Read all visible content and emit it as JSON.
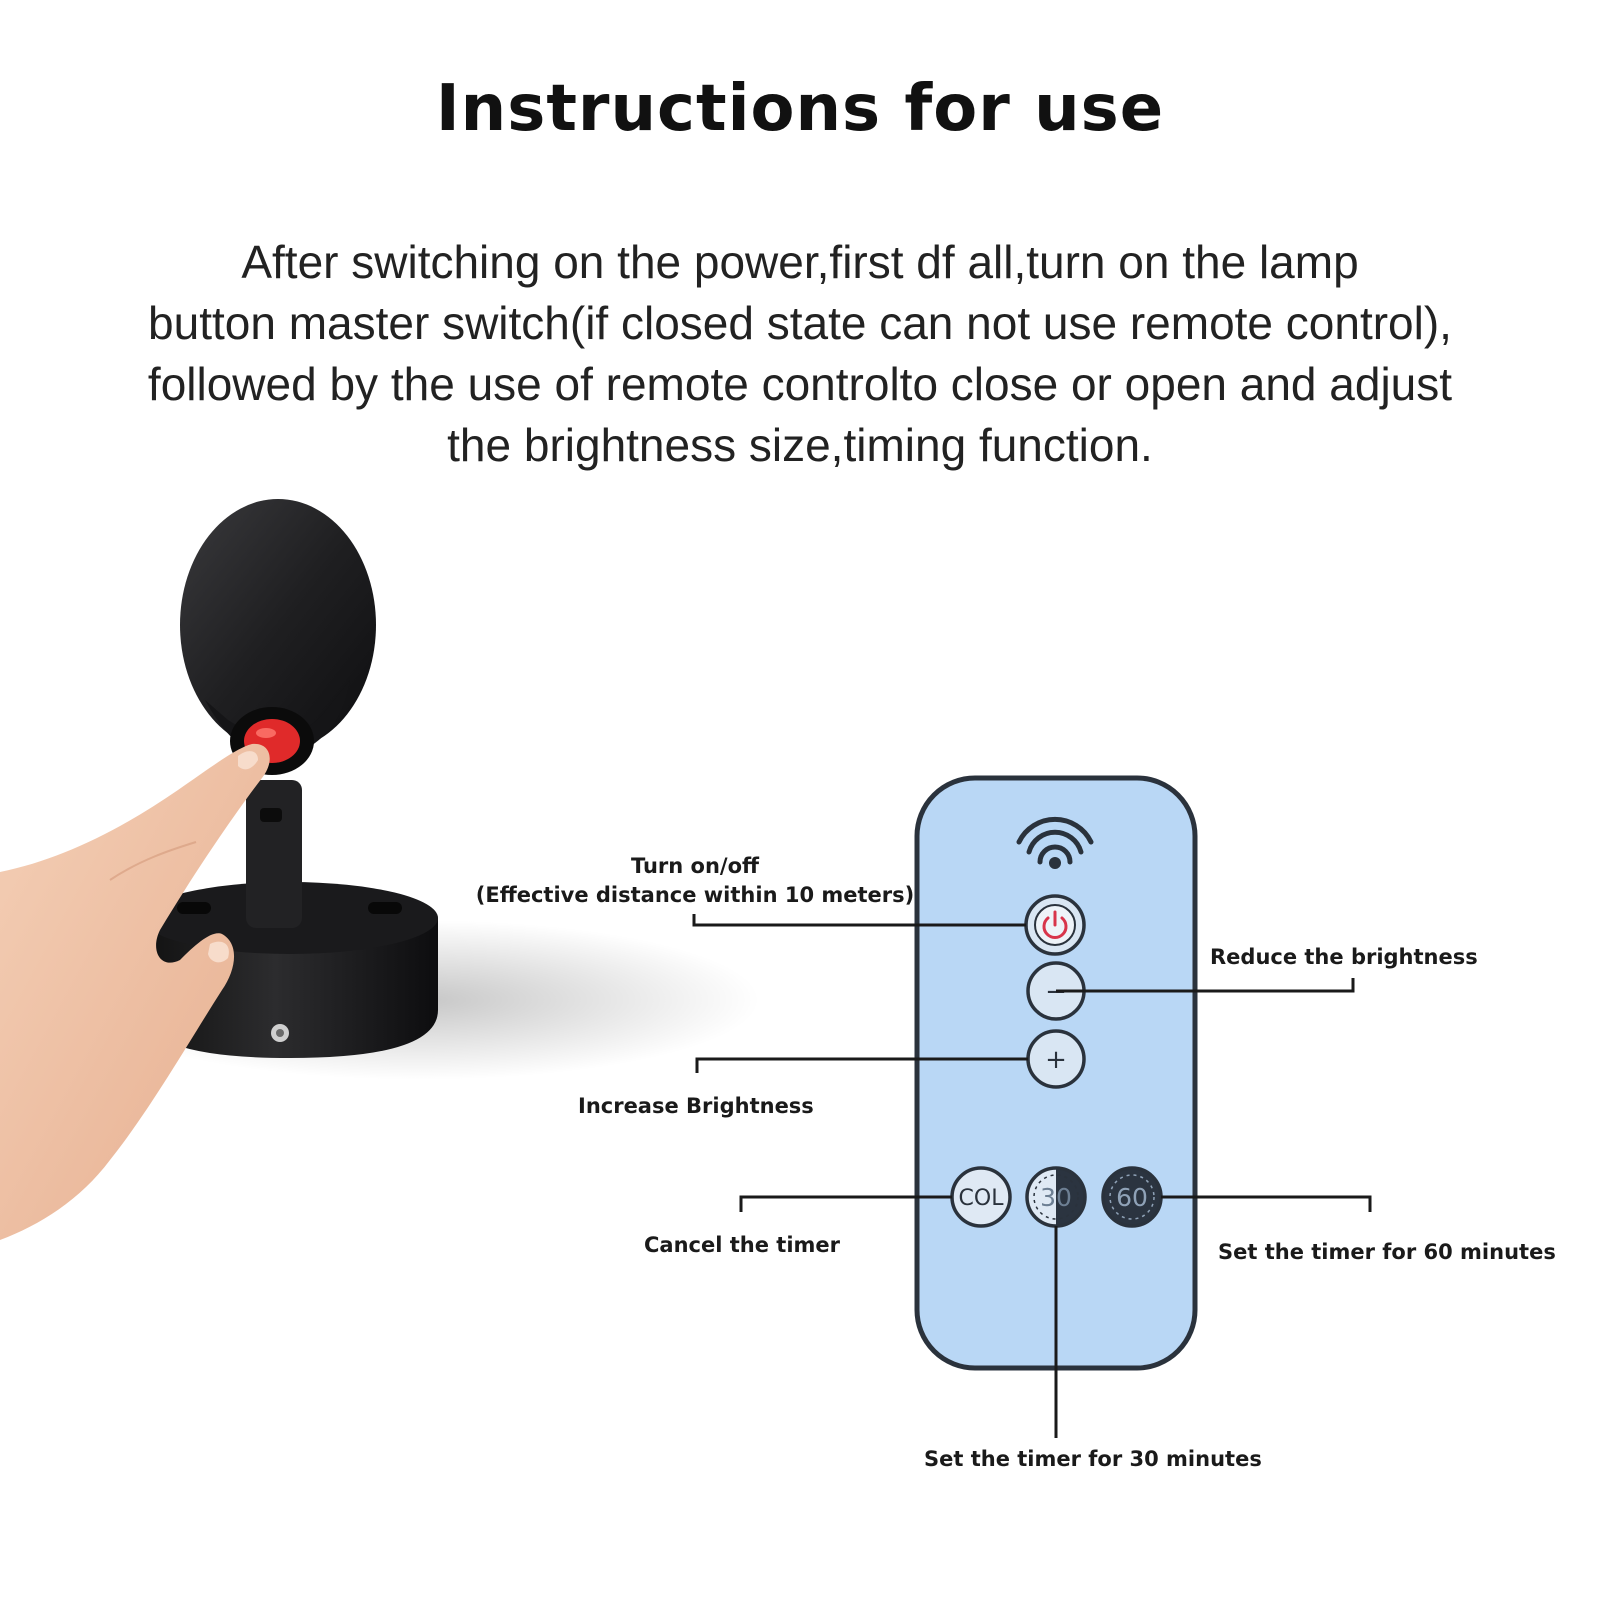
{
  "title": "Instructions for use",
  "intro_lines": [
    "After switching on the power,first df all,turn on the lamp",
    "button master switch(if closed state can not use remote control),",
    "followed by the use of remote controlto close or open and adjust",
    "the brightness size,timing function."
  ],
  "remote": {
    "body_color": "#b9d7f5",
    "outline_color": "#2a323c",
    "power_icon_color": "#d8344a",
    "buttons": {
      "minus": "−",
      "plus": "+",
      "cancel": "COL",
      "timer_30": "30",
      "timer_60": "60"
    }
  },
  "callouts": {
    "power_line1": "Turn on/off",
    "power_line2": "(Effective distance within 10 meters)",
    "reduce": "Reduce the brightness",
    "increase": "Increase Brightness",
    "cancel": "Cancel the timer",
    "timer_60": "Set the timer for 60 minutes",
    "timer_30": "Set the timer for 30 minutes"
  },
  "lamp": {
    "body_color": "#1d1d1f",
    "switch_color": "#e02a2a"
  }
}
